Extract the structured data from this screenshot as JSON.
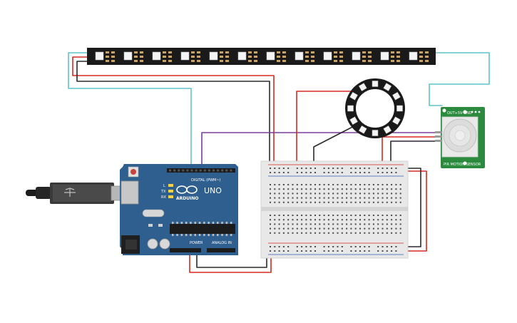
{
  "board": {
    "brand": "ARDUINO",
    "model": "UNO",
    "digital_label": "DIGITAL (PWM~)",
    "power_label": "POWER",
    "analog_label": "ANALOG IN",
    "led_tx": "TX",
    "led_rx": "RX",
    "led_l": "L"
  },
  "pir": {
    "top_label": "OUT+5V-GND",
    "bottom_label": "PIR MOTION SENSOR"
  },
  "colors": {
    "wire_red": "#d9281f",
    "wire_black": "#2a2a2a",
    "wire_teal": "#5fc3c8",
    "wire_purple": "#7a3f9a",
    "board_blue": "#2f5f8e",
    "pir_green": "#2b8a3e",
    "breadboard": "#e8e8e8"
  },
  "icons": {
    "usb": "usb-cable-icon",
    "power_jack": "barrel-jack-icon"
  }
}
